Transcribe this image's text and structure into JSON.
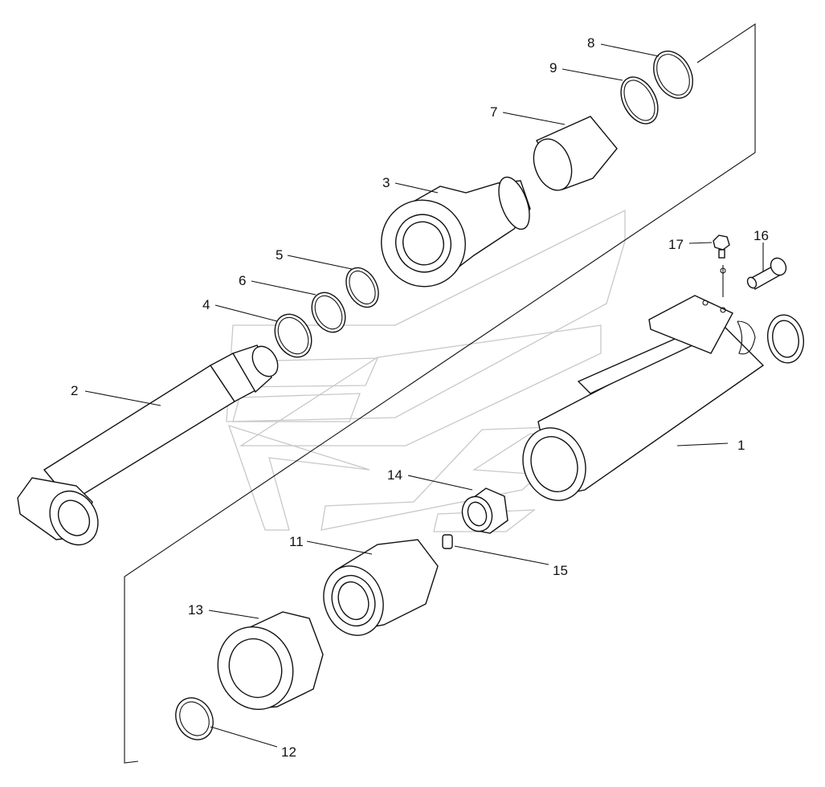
{
  "diagram": {
    "callouts": [
      "1",
      "2",
      "3",
      "4",
      "5",
      "6",
      "7",
      "8",
      "9",
      "11",
      "12",
      "13",
      "14",
      "15",
      "16",
      "17"
    ],
    "colors": {
      "line": "#111111",
      "watermark": "#c8c8c8",
      "background": "#ffffff"
    }
  }
}
